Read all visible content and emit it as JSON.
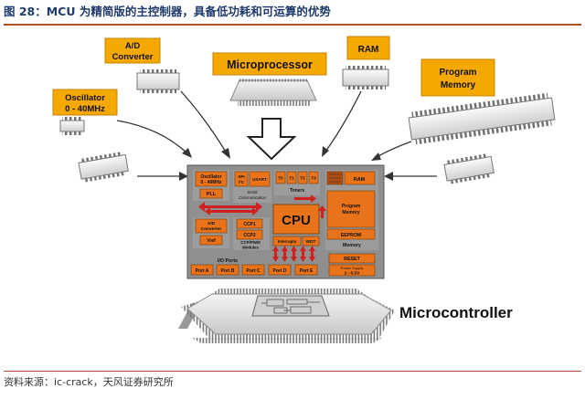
{
  "figure": {
    "title": "图 28：MCU 为精简版的主控制器，具备低功耗和可运算的优势",
    "source": "资料来源：ic-crack，天风证券研究所"
  },
  "callouts": {
    "adc": [
      "A/D",
      "Converter"
    ],
    "microprocessor": "Microprocessor",
    "ram": "RAM",
    "program_memory": [
      "Program",
      "Memory"
    ],
    "oscillator": [
      "Oscillator",
      "0 - 40MHz"
    ],
    "microcontroller": "Microcontroller"
  },
  "chip": {
    "oscillator": [
      "Oscillator",
      "0 - 40MHz"
    ],
    "pll": "PLL",
    "spi": [
      "SPI",
      "I²C"
    ],
    "usart": "USART",
    "serial": [
      "Serial",
      "Communication"
    ],
    "timers": [
      "T0",
      "T1",
      "T2",
      "T3"
    ],
    "timers_label": "Timers",
    "ram": "RAM",
    "program_memory": [
      "Program",
      "Memory"
    ],
    "eeprom": "EEPROM",
    "memory_label": "Memory",
    "adc": [
      "A/D",
      "Converter"
    ],
    "vref": "Vref",
    "ccp1": "CCP1",
    "ccp2": "CCP2",
    "ccp_label": [
      "CCP/PWM",
      "Modules"
    ],
    "cpu": "CPU",
    "interrupts": "Interrupts",
    "wdt": "WDT",
    "reset": "RESET",
    "power": [
      "Power Supply",
      "2 - 5.5V"
    ],
    "io_label": "I/O Ports",
    "ports": [
      "Port A",
      "Port B",
      "Port C",
      "Port D",
      "Port E"
    ]
  },
  "colors": {
    "callout_bg": "#f5a800",
    "block_orange": "#e8731a",
    "chip_grey": "#8f8f8f",
    "title": "#1f3a6b",
    "rule": "#b5502a",
    "bus_red": "#d02020"
  }
}
